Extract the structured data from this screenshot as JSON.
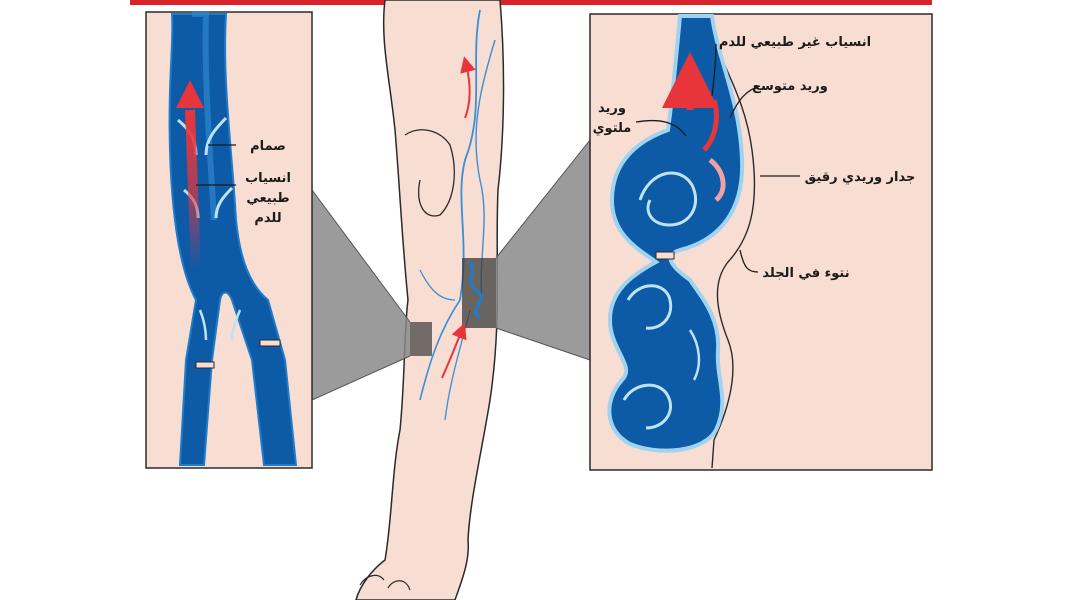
{
  "colors": {
    "skin": "#f8ddd3",
    "skin_outline": "#2a2a2a",
    "vein_dark": "#0d5aa7",
    "vein_mid": "#1e7cc8",
    "vein_light": "#bfe3f5",
    "arrow": "#e8353b",
    "top_bar": "#d8232a",
    "zoom_gray": "#8a8a8a"
  },
  "left_panel": {
    "labels": {
      "valve": "صمام",
      "normal_flow_1": "انسياب",
      "normal_flow_2": "طبيعي",
      "normal_flow_3": "للدم"
    }
  },
  "right_panel": {
    "labels": {
      "abnormal_flow": "انسياب غير طبيعي للدم",
      "dilated_vein": "وريد متوسع",
      "twisted_vein_1": "وريد",
      "twisted_vein_2": "ملتوي",
      "thin_wall": "جدار وريدي رقيق",
      "skin_bulge": "نتوء في الجلد"
    }
  }
}
